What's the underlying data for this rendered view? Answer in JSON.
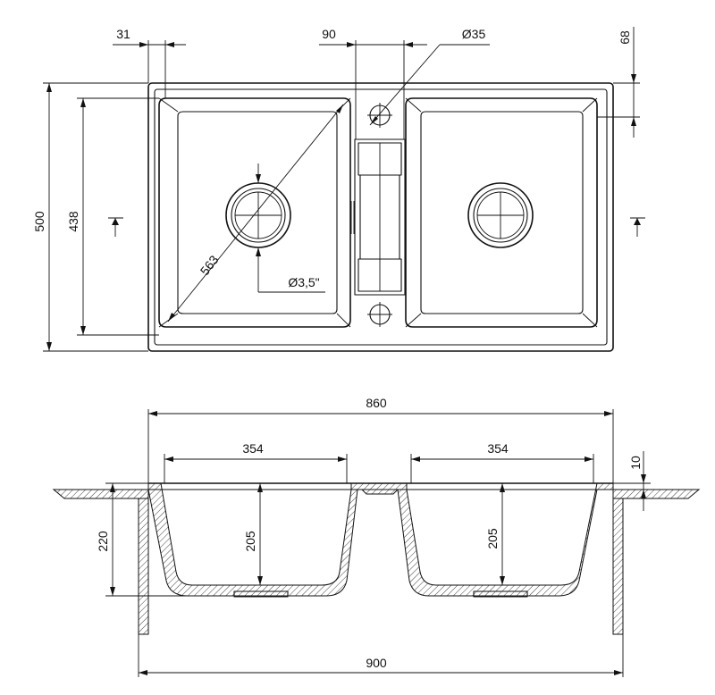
{
  "top_view": {
    "overall_depth": "500",
    "inner_depth": "438",
    "rim_offset": "31",
    "divider_width": "90",
    "tap_hole": "Ø35",
    "rear_rim": "68",
    "bowl_diagonal": "563",
    "drain_diameter": "Ø3,5\""
  },
  "section_view": {
    "outer_length": "860",
    "bowl_left_width": "354",
    "bowl_right_width": "354",
    "rim_height": "10",
    "total_depth": "220",
    "bowl_left_depth": "205",
    "bowl_right_depth": "205",
    "cabinet_width": "900"
  }
}
